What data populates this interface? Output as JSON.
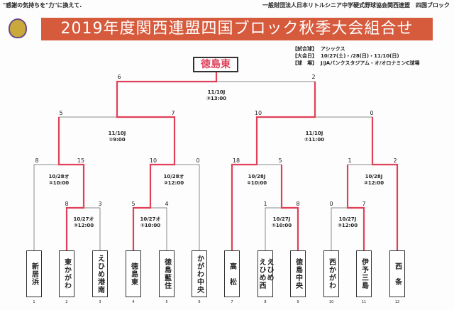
{
  "header": {
    "slogan": "\"感謝の気持ちを\"力\"に換えて.",
    "org": "一般財団法人日本リトルシニア中学硬式野球協会関西連盟　四国ブロック",
    "title": "2019年度関西連盟四国ブロック秋季大会組合せ"
  },
  "info": [
    {
      "k": "【試合球】",
      "v": "アシックス"
    },
    {
      "k": "【大会日】",
      "v": "10/27(土)・/28(日)・11/10(日)"
    },
    {
      "k": "【球　場】",
      "v": "J/JAバンクスタジアム・オ/オロナミンC球場"
    }
  ],
  "champion": "徳島東",
  "teams": [
    {
      "seed": "1",
      "name": "新居浜"
    },
    {
      "seed": "2",
      "name": "東かがわ"
    },
    {
      "seed": "3",
      "name": "えひめ港南"
    },
    {
      "seed": "4",
      "name": "徳島東"
    },
    {
      "seed": "5",
      "name": "徳島藍住"
    },
    {
      "seed": "6",
      "name": "かがわ中央"
    },
    {
      "seed": "7",
      "name": "高　松"
    },
    {
      "seed": "8",
      "name": "えひめ\nえひめ西"
    },
    {
      "seed": "9",
      "name": "徳島中央"
    },
    {
      "seed": "10",
      "name": "西かがわ"
    },
    {
      "seed": "11",
      "name": "伊予三島"
    },
    {
      "seed": "12",
      "name": "西　条"
    }
  ],
  "games": {
    "r1a": {
      "date": "10/27オ",
      "time": "②12:00",
      "s": [
        "8",
        "3"
      ]
    },
    "r1b": {
      "date": "10/27オ",
      "time": "①10:00",
      "s": [
        "5",
        "4"
      ]
    },
    "r1c": {
      "date": "10/27J",
      "time": "①10:00",
      "s": [
        "1",
        "8"
      ]
    },
    "r1d": {
      "date": "10/27J",
      "time": "②12:00",
      "s": [
        "0",
        "7"
      ]
    },
    "qa": {
      "date": "10/28オ",
      "time": "①10:00",
      "s": [
        "8",
        "15"
      ]
    },
    "qb": {
      "date": "10/28オ",
      "time": "②12:00",
      "s": [
        "10",
        "0"
      ]
    },
    "qc": {
      "date": "10/28J",
      "time": "①10:00",
      "s": [
        "18",
        "5"
      ]
    },
    "qd": {
      "date": "10/28J",
      "time": "②12:00",
      "s": [
        "1",
        "2"
      ]
    },
    "sa": {
      "date": "11/10J",
      "time": "①9:00",
      "s": [
        "5",
        "7"
      ]
    },
    "sb": {
      "date": "11/10J",
      "time": "②11:00",
      "s": [
        "10",
        "0"
      ]
    },
    "f": {
      "date": "11/10J",
      "time": "③13:00",
      "s": [
        "6",
        "2"
      ]
    }
  },
  "colors": {
    "win": "#e0405a",
    "line": "#8a8a8a",
    "title": "#d65a3c"
  }
}
